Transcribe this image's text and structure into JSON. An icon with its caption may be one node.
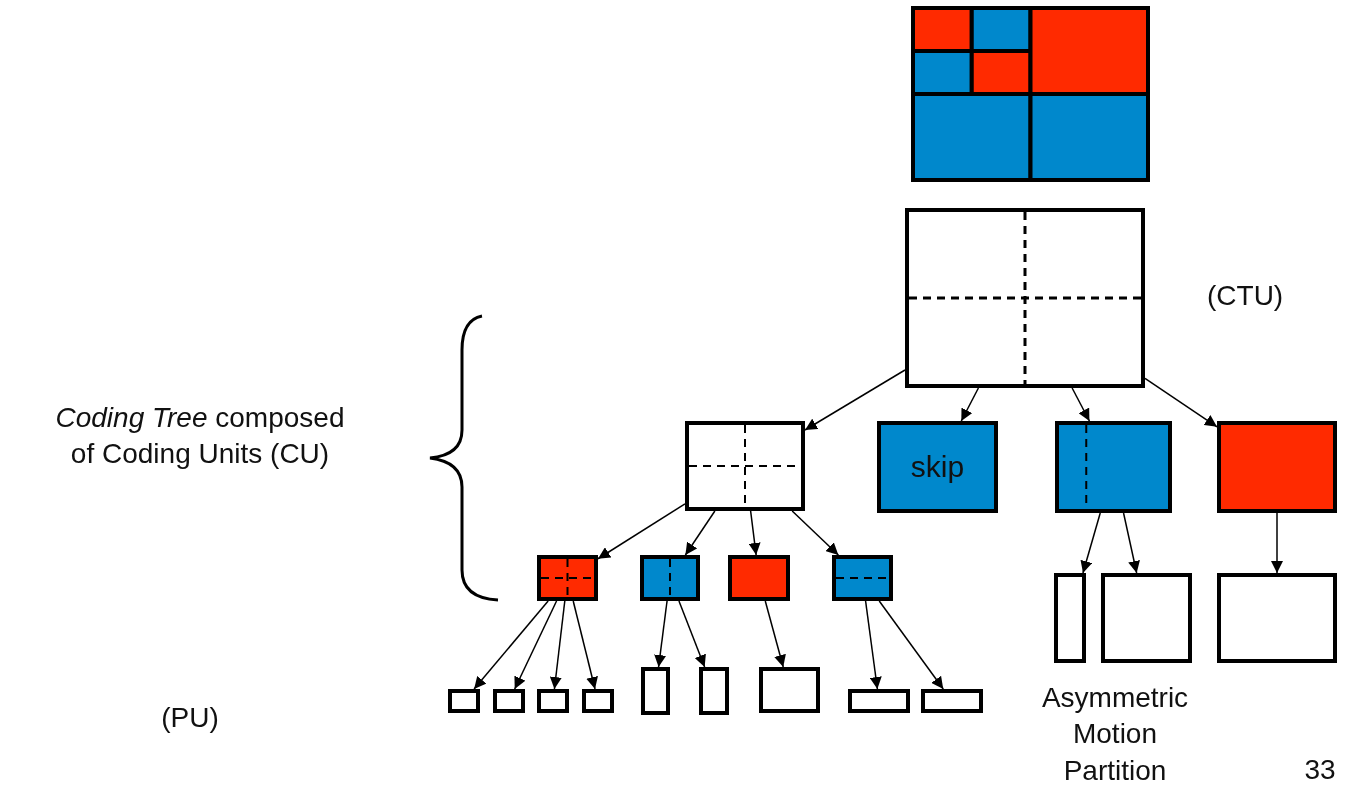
{
  "diagram": {
    "nodes": [
      {
        "text": [],
        "shape": "box",
        "beside": [
          "(CTU)"
        ]
      },
      {
        "text": [],
        "shape": "box"
      },
      {
        "text": [
          "skip"
        ]
      },
      {
        "text": [],
        "shape": "box"
      },
      {
        "text": [],
        "shape": "box"
      },
      {
        "text": [],
        "shape": "box"
      },
      {
        "text": [],
        "shape": "box"
      },
      {
        "text": [],
        "shape": "box"
      },
      {
        "text": [],
        "shape": "box"
      },
      {
        "text": [],
        "shape": "box"
      },
      {
        "text": [],
        "shape": "box"
      },
      {
        "text": [],
        "shape": "box"
      },
      {
        "text": [],
        "shape": "box"
      },
      {
        "text": [],
        "shape": "box"
      },
      {
        "text": [],
        "shape": "box"
      },
      {
        "text": [],
        "shape": "box"
      },
      {
        "text": [],
        "shape": "box"
      },
      {
        "text": [],
        "shape": "box"
      },
      {
        "text": [],
        "shape": "box"
      },
      {
        "text": [],
        "shape": "box"
      },
      {
        "text": [],
        "shape": "box"
      }
    ],
    "edges": [
      {
        "from": 0,
        "to": 1,
        "arrow": "to"
      },
      {
        "from": 0,
        "to": 2,
        "arrow": "to"
      },
      {
        "from": 0,
        "to": 3,
        "arrow": "to"
      },
      {
        "from": 0,
        "to": 4,
        "arrow": "to"
      },
      {
        "from": 1,
        "to": 5,
        "arrow": "to"
      },
      {
        "from": 1,
        "to": 6,
        "arrow": "to"
      },
      {
        "from": 1,
        "to": 7,
        "arrow": "to"
      },
      {
        "from": 1,
        "to": 8,
        "arrow": "to"
      },
      {
        "from": 5,
        "to": 9,
        "arrow": "to"
      },
      {
        "from": 5,
        "to": 10,
        "arrow": "to"
      },
      {
        "from": 5,
        "to": 11,
        "arrow": "to"
      },
      {
        "from": 5,
        "to": 12,
        "arrow": "to"
      },
      {
        "from": 6,
        "to": 13,
        "arrow": "to"
      },
      {
        "from": 6,
        "to": 14,
        "arrow": "to"
      },
      {
        "from": 7,
        "to": 15,
        "arrow": "to"
      },
      {
        "from": 8,
        "to": 16,
        "arrow": "to"
      },
      {
        "from": 8,
        "to": 17,
        "arrow": "to"
      },
      {
        "from": 3,
        "to": 18,
        "arrow": "to"
      },
      {
        "from": 3,
        "to": 19,
        "arrow": "to"
      },
      {
        "from": 4,
        "to": 20,
        "arrow": "to"
      }
    ],
    "labels": [
      "*Coding Tree* composed of Coding Units (CU)",
      "(PU)",
      "Asymmetric Motion Partition",
      "33"
    ]
  }
}
